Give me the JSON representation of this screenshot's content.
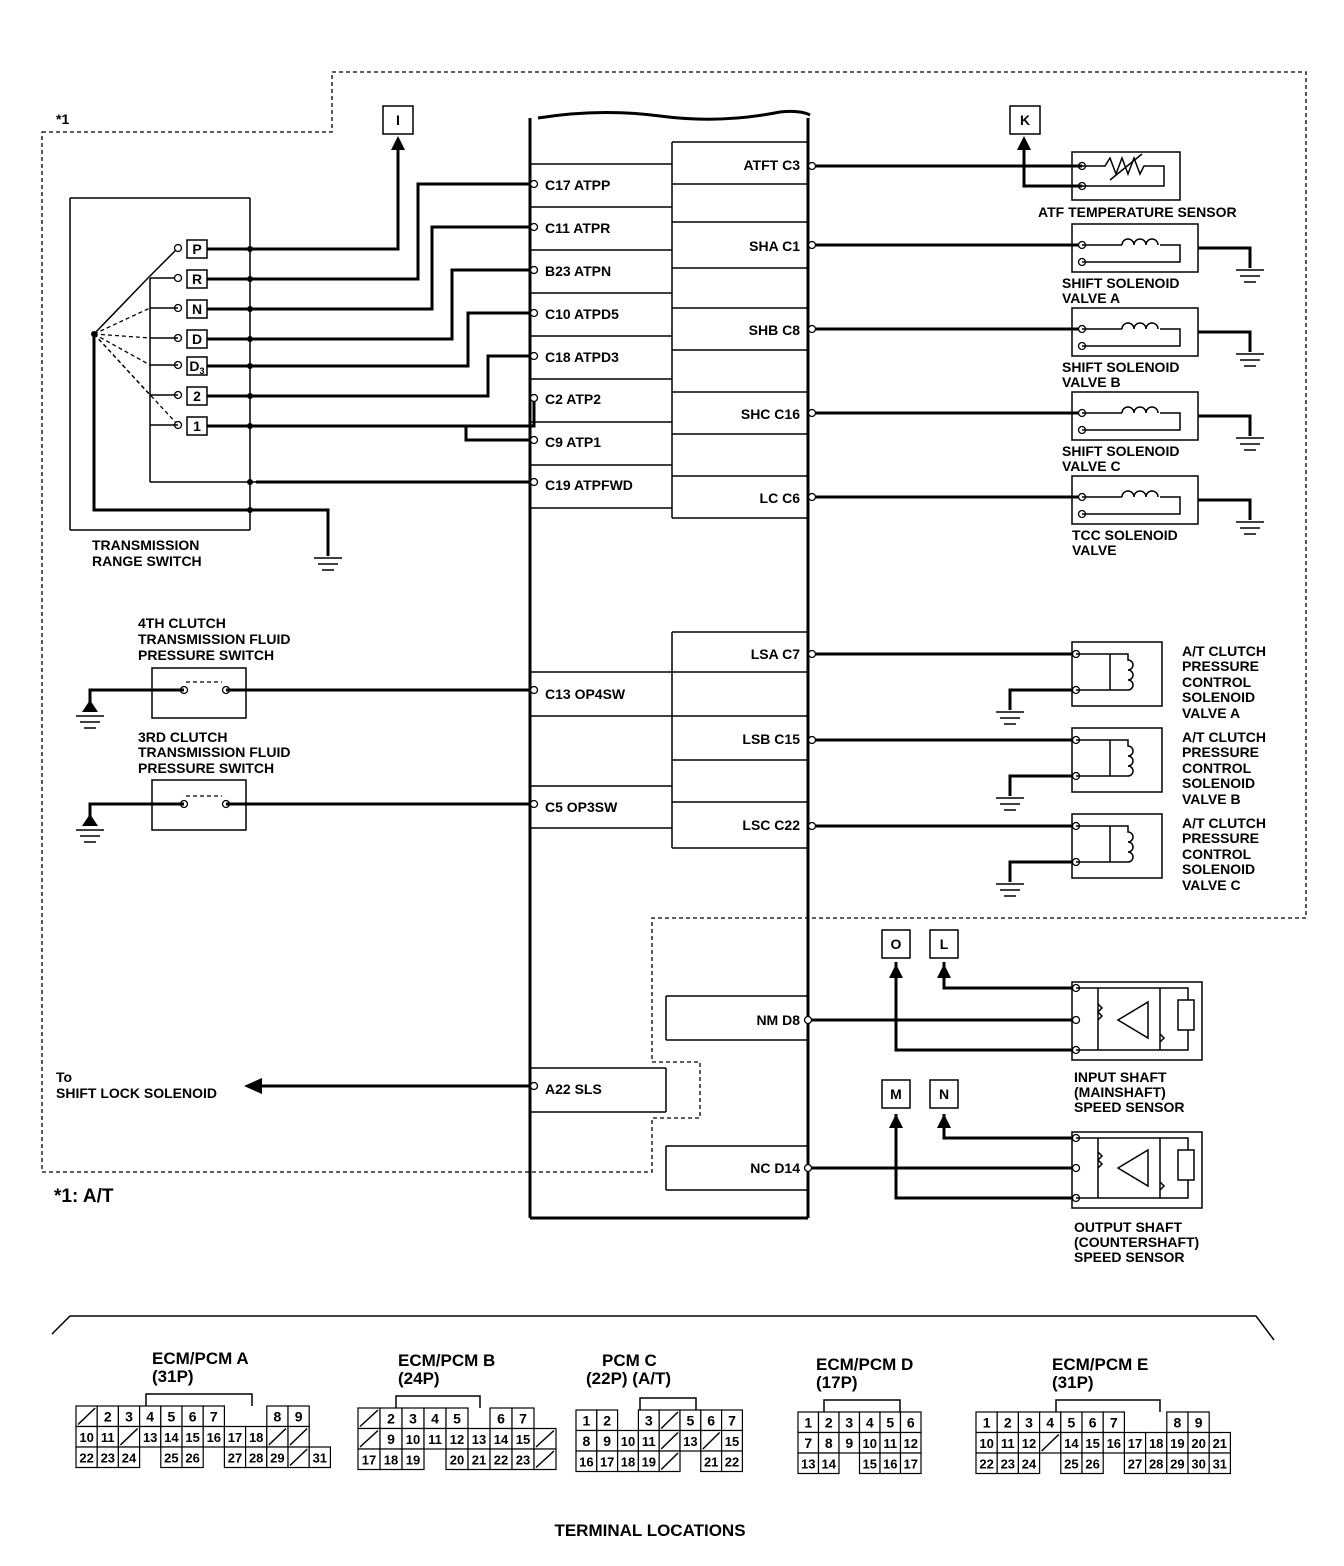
{
  "footnote_marker": "*1",
  "footnote": "*1: A/T",
  "connectors_top": [
    "I",
    "K"
  ],
  "connectors_bottom": [
    "O",
    "L",
    "M",
    "N"
  ],
  "range_switch": {
    "label_line1": "TRANSMISSION",
    "label_line2": "RANGE SWITCH",
    "positions": [
      "P",
      "R",
      "N",
      "D",
      "D3",
      "2",
      "1"
    ]
  },
  "pcm_left_terminals": [
    "C17 ATPP",
    "C11 ATPR",
    "B23  ATPN",
    "C10 ATPD5",
    "C18 ATPD3",
    "C2 ATP2",
    "C9 ATP1",
    "C19 ATPFWD",
    "C13 OP4SW",
    "C5 OP3SW",
    "A22 SLS"
  ],
  "pcm_right_terminals": [
    "ATFT C3",
    "SHA C1",
    "SHB C8",
    "SHC C16",
    "LC C6",
    "LSA C7",
    "LSB C15",
    "LSC C22",
    "NM D8",
    "NC D14"
  ],
  "components": {
    "atf_sensor": "ATF TEMPERATURE SENSOR",
    "sha": [
      "SHIFT SOLENOID",
      "VALVE A"
    ],
    "shb": [
      "SHIFT SOLENOID",
      "VALVE B"
    ],
    "shc": [
      "SHIFT SOLENOID",
      "VALVE C"
    ],
    "tcc": [
      "TCC SOLENOID",
      "VALVE"
    ],
    "lsa": [
      "A/T CLUTCH",
      "PRESSURE",
      "CONTROL",
      "SOLENOID",
      "VALVE A"
    ],
    "lsb": [
      "A/T CLUTCH",
      "PRESSURE",
      "CONTROL",
      "SOLENOID",
      "VALVE B"
    ],
    "lsc": [
      "A/T CLUTCH",
      "PRESSURE",
      "CONTROL",
      "SOLENOID",
      "VALVE C"
    ],
    "fourth_clutch": [
      "4TH CLUTCH",
      "TRANSMISSION FLUID",
      "PRESSURE SWITCH"
    ],
    "third_clutch": [
      "3RD CLUTCH",
      "TRANSMISSION FLUID",
      "PRESSURE SWITCH"
    ],
    "input_sensor": [
      "INPUT SHAFT",
      "(MAINSHAFT)",
      "SPEED SENSOR"
    ],
    "output_sensor": [
      "OUTPUT SHAFT",
      "(COUNTERSHAFT)",
      "SPEED SENSOR"
    ],
    "shift_lock": [
      "To",
      "SHIFT LOCK SOLENOID"
    ]
  },
  "terminal_locations": {
    "title": "TERMINAL LOCATIONS",
    "connectors": [
      {
        "name": "ECM/PCM A",
        "pins": "(31P)",
        "rows": [
          [
            "/",
            "2",
            "3",
            "4",
            "5",
            "6",
            "7",
            "",
            "",
            "8",
            "9"
          ],
          [
            "10",
            "11",
            "/",
            "13",
            "14",
            "15",
            "16",
            "17",
            "18",
            "/",
            "/"
          ],
          [
            "22",
            "23",
            "24",
            "",
            "25",
            "26",
            "",
            "27",
            "28",
            "29",
            "/",
            "31"
          ]
        ]
      },
      {
        "name": "ECM/PCM B",
        "pins": "(24P)",
        "rows": [
          [
            "/",
            "2",
            "3",
            "4",
            "5",
            "",
            "6",
            "7"
          ],
          [
            "/",
            "9",
            "10",
            "11",
            "12",
            "13",
            "14",
            "15",
            "/"
          ],
          [
            "17",
            "18",
            "19",
            "",
            "20",
            "21",
            "22",
            "23",
            "/"
          ]
        ]
      },
      {
        "name": "PCM C",
        "pins": "(22P) (A/T)",
        "rows": [
          [
            "1",
            "2",
            "",
            "3",
            "/",
            "5",
            "6",
            "7"
          ],
          [
            "8",
            "9",
            "10",
            "11",
            "/",
            "13",
            "/",
            "15"
          ],
          [
            "16",
            "17",
            "18",
            "19",
            "/",
            "",
            "21",
            "22"
          ]
        ]
      },
      {
        "name": "ECM/PCM D",
        "pins": "(17P)",
        "rows": [
          [
            "1",
            "2",
            "3",
            "4",
            "5",
            "6"
          ],
          [
            "7",
            "8",
            "9",
            "10",
            "11",
            "12"
          ],
          [
            "13",
            "14",
            "",
            "15",
            "16",
            "17"
          ]
        ]
      },
      {
        "name": "ECM/PCM E",
        "pins": "(31P)",
        "rows": [
          [
            "1",
            "2",
            "3",
            "4",
            "5",
            "6",
            "7",
            "",
            "",
            "8",
            "9"
          ],
          [
            "10",
            "11",
            "12",
            "/",
            "14",
            "15",
            "16",
            "17",
            "18",
            "19",
            "20",
            "21"
          ],
          [
            "22",
            "23",
            "24",
            "",
            "25",
            "26",
            "",
            "27",
            "28",
            "29",
            "30",
            "31"
          ]
        ]
      }
    ]
  }
}
